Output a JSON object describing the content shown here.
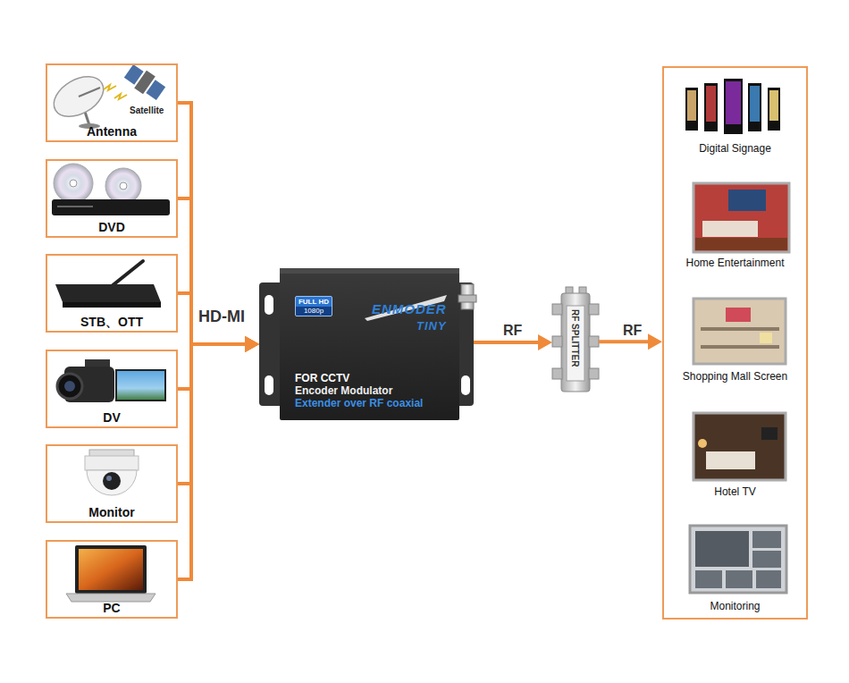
{
  "diagram": {
    "nodes": [
      {
        "text": [
          "Antenna",
          "Satellite"
        ]
      },
      {
        "text": [
          "DVD"
        ]
      },
      {
        "text": [
          "STB、OTT"
        ]
      },
      {
        "text": [
          "DV"
        ]
      },
      {
        "text": [
          "Monitor"
        ]
      },
      {
        "text": [
          "PC"
        ]
      },
      {
        "text": [
          "ENMODER",
          "TINY",
          "FOR CCTV",
          "Encoder Modulator",
          "Extender over RF coaxial"
        ]
      },
      {
        "text": [
          "FULL HD",
          "1080p"
        ],
        "in": 6
      },
      {
        "text": [
          "RF SPLITTER"
        ]
      },
      {
        "text": []
      },
      {
        "text": [
          "Digital Signage"
        ],
        "in": 9
      },
      {
        "text": [
          "Home Entertainment"
        ],
        "in": 9
      },
      {
        "text": [
          "Shopping Mall Screen"
        ],
        "in": 9
      },
      {
        "text": [
          "Hotel TV"
        ],
        "in": 9
      },
      {
        "text": [
          "Monitoring"
        ],
        "in": 9
      }
    ],
    "edges": [
      {
        "from": 0,
        "to": 6,
        "arrow": "to",
        "label": "HD-MI"
      },
      {
        "from": 1,
        "to": 6,
        "arrow": "to"
      },
      {
        "from": 2,
        "to": 6,
        "arrow": "to"
      },
      {
        "from": 3,
        "to": 6,
        "arrow": "to"
      },
      {
        "from": 4,
        "to": 6,
        "arrow": "to"
      },
      {
        "from": 5,
        "to": 6,
        "arrow": "to"
      },
      {
        "from": 6,
        "to": 8,
        "arrow": "to",
        "label": "RF"
      },
      {
        "from": 8,
        "to": 9,
        "arrow": "to",
        "label": "RF"
      }
    ]
  }
}
